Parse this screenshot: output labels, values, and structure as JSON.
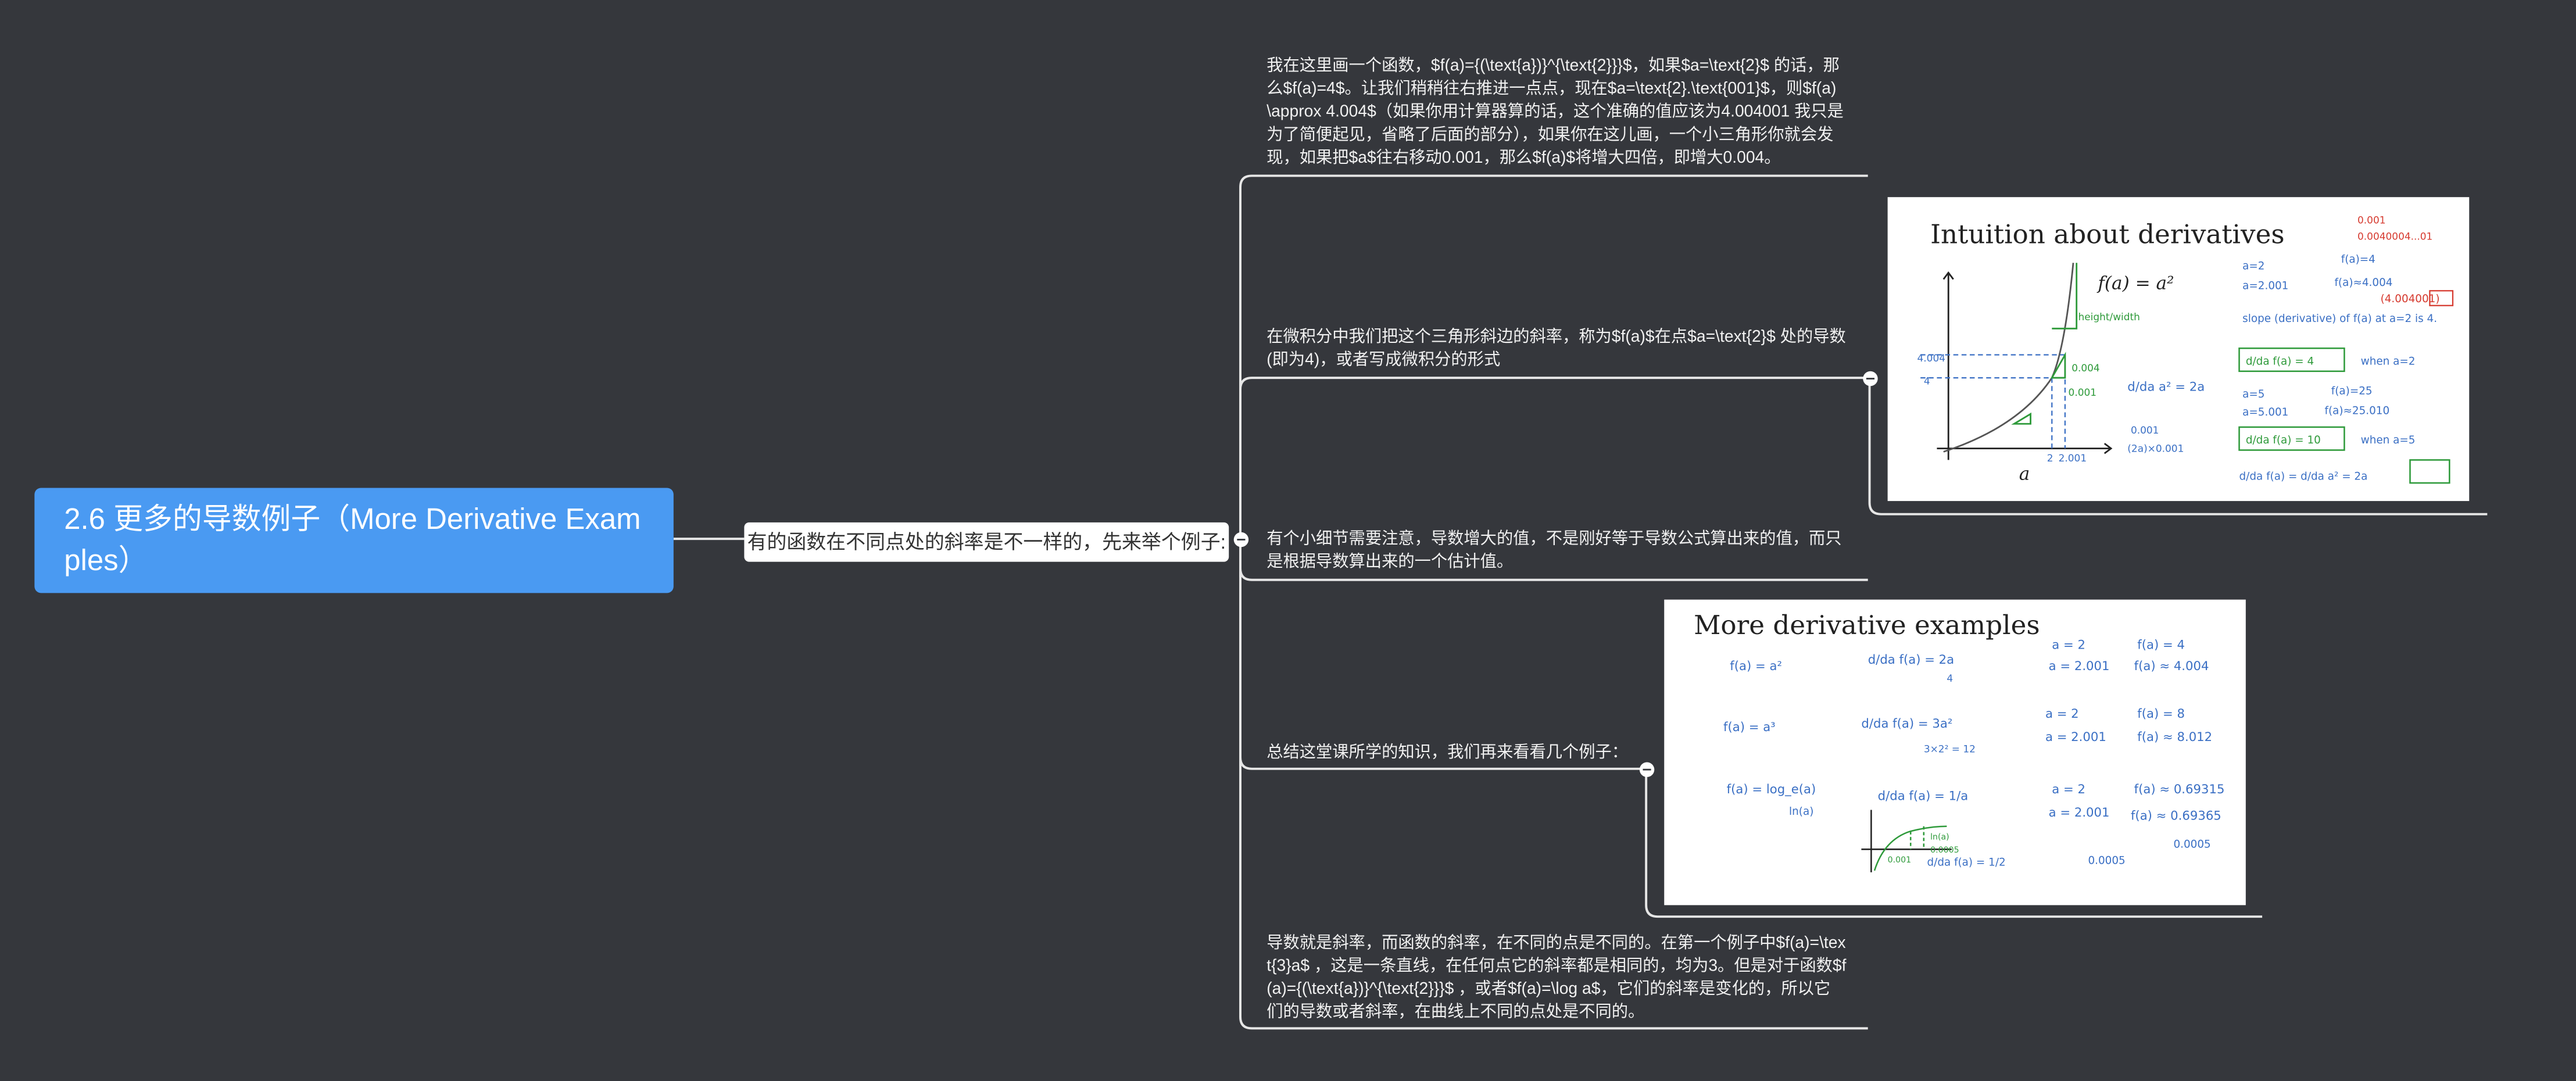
{
  "root": {
    "title": "2.6 更多的导数例子（More Derivative Examples）"
  },
  "sub_topic": {
    "label": "有的函数在不同点处的斜率是不一样的，先来举个例子:"
  },
  "leaves": [
    {
      "text": "我在这里画一个函数，$f(a)={(\\text{a})}^{\\text{2}}}$，如果$a=\\text{2}$ 的话，那么$f(a)=4$。让我们稍稍往右推进一点点，现在$a=\\text{2}.\\text{001}$，则$f(a)\\approx  4.004$（如果你用计算器算的话，这个准确的值应该为4.004001 我只是为了简便起见，省略了后面的部分），如果你在这儿画，一个小三角形你就会发现，如果把$a$往右移动0.001，那么$f(a)$将增大四倍，即增大0.004。"
    },
    {
      "text": "在微积分中我们把这个三角形斜边的斜率，称为$f(a)$在点$a=\\text{2}$ 处的导数(即为4)，或者写成微积分的形式"
    },
    {
      "text": "有个小细节需要注意，导数增大的值，不是刚好等于导数公式算出来的值，而只是根据导数算出来的一个估计值。"
    },
    {
      "text": "总结这堂课所学的知识，我们再来看看几个例子："
    },
    {
      "text": "导数就是斜率，而函数的斜率，在不同的点是不同的。在第一个例子中$f(a)=\\text{3}a$ ，这是一条直线，在任何点它的斜率都是相同的，均为3。但是对于函数$f(a)={(\\text{a})}^{\\text{2}}}$ ，或者$f(a)=\\log a$，它们的斜率是变化的，所以它们的导数或者斜率，在曲线上不同的点处是不同的。"
    }
  ],
  "slides": [
    {
      "title": "Intuition about derivatives",
      "formula": "f(a) = a²",
      "axis_label": "a",
      "handwriting": {
        "top_right": [
          "0.001",
          "0.0040004...01"
        ],
        "a_vals": [
          "a=2",
          "a=2.001",
          "a=5",
          "a=5.001"
        ],
        "fa_vals": [
          "f(a)=4",
          "f(a)≈4.004",
          "(4.004001)",
          "f(a)=25",
          "f(a)≈25.010"
        ],
        "slope_line": "slope (derivative) of f(a) at a=2 is 4.",
        "deriv_1": "d/da f(a) = 4",
        "when_1": "when a=2",
        "deriv_2": "d/da f(a) = 10",
        "when_2": "when a=5",
        "general": "d/da f(a) = d/da a² = 2a",
        "middle": "d/da a² = 2a",
        "small": [
          "0.001",
          "(2a)×0.001"
        ],
        "graph_marks": [
          "height/width",
          "0.004",
          "0.001",
          "4.004",
          "4",
          "2",
          "2.001"
        ]
      }
    },
    {
      "title": "More derivative examples",
      "rows": [
        {
          "f": "f(a) = a²",
          "d": "d/da f(a) = 2a",
          "d_sub": "4",
          "a1": "a = 2",
          "a2": "a = 2.001",
          "fa1": "f(a) = 4",
          "fa2": "f(a) ≈ 4.004"
        },
        {
          "f": "f(a) = a³",
          "d": "d/da f(a) = 3a²",
          "d_sub": "3×2² = 12",
          "a1": "a = 2",
          "a2": "a = 2.001",
          "fa1": "f(a) = 8",
          "fa2": "f(a) ≈ 8.012"
        },
        {
          "f": "f(a) = log_e(a)",
          "f_sub": "ln(a)",
          "d": "d/da f(a) = 1/a",
          "d_sub": "d/da f(a) = 1/2",
          "a1": "a = 2",
          "a2": "a = 2.001",
          "fa1": "f(a) ≈ 0.69315",
          "fa2": "f(a) ≈ 0.69365"
        }
      ],
      "marks": [
        "0.0005",
        "0.0005",
        "0.001",
        "ln(a)",
        "0.0005"
      ]
    }
  ],
  "colors": {
    "background": "#35373c",
    "root": "#4a9af2",
    "line": "#e6e6e6",
    "ink_blue": "#3a6fc4",
    "ink_green": "#2e9a3a",
    "ink_red": "#d63a2f"
  }
}
